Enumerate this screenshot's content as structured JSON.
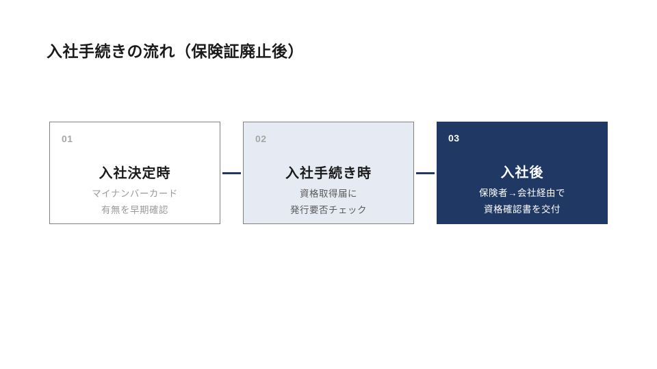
{
  "slide": {
    "title": "入社手続きの流れ（保険証廃止後）",
    "background_color": "#ffffff"
  },
  "colors": {
    "accent_navy": "#1f3864",
    "light_card_fill": "#e6eaf3",
    "card_border_gray": "#808080",
    "step_number_gray": "#a6a6a6",
    "title_text": "#1a1a1a",
    "muted_text_light_gray": "#9a9a9a",
    "muted_text_dark_gray": "#5a5a5a",
    "dark_card_text": "#ffffff"
  },
  "steps": [
    {
      "number": "01",
      "title": "入社決定時",
      "desc_lines": [
        "マイナンバーカード",
        "有無を早期確認"
      ],
      "style": "outline"
    },
    {
      "number": "02",
      "title": "入社手続き時",
      "desc_lines": [
        "資格取得届に",
        "発行要否チェック"
      ],
      "style": "light"
    },
    {
      "number": "03",
      "title": "入社後",
      "desc_lines": [
        "保険者→会社経由で",
        "資格確認書を交付"
      ],
      "style": "dark"
    }
  ]
}
